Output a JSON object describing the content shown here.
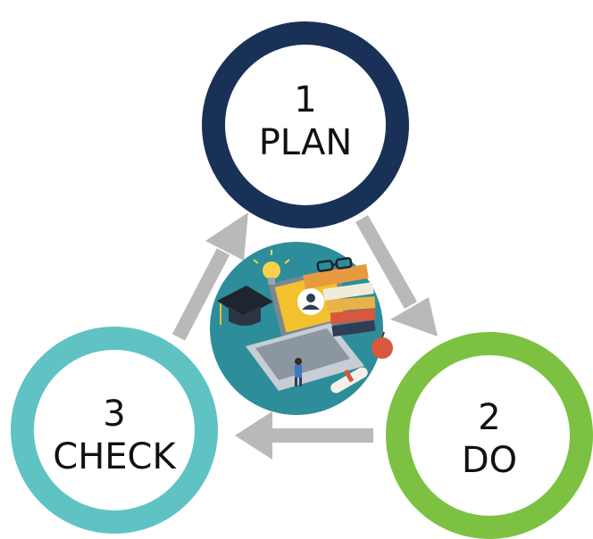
{
  "steps": [
    {
      "number": "1",
      "label": "PLAN",
      "color": "#1a3157"
    },
    {
      "number": "2",
      "label": "DO",
      "color": "#7dc142"
    },
    {
      "number": "3",
      "label": "CHECK",
      "color": "#5fc3c3"
    }
  ],
  "arrow_color": "#b9b9b9",
  "illustration": {
    "icons": [
      "laptop-icon",
      "graduation-cap-icon",
      "books-icon",
      "glasses-icon",
      "lightbulb-icon",
      "apple-icon",
      "diploma-icon",
      "student-icon",
      "avatar-icon"
    ],
    "background_color": "#2e8d9a"
  }
}
